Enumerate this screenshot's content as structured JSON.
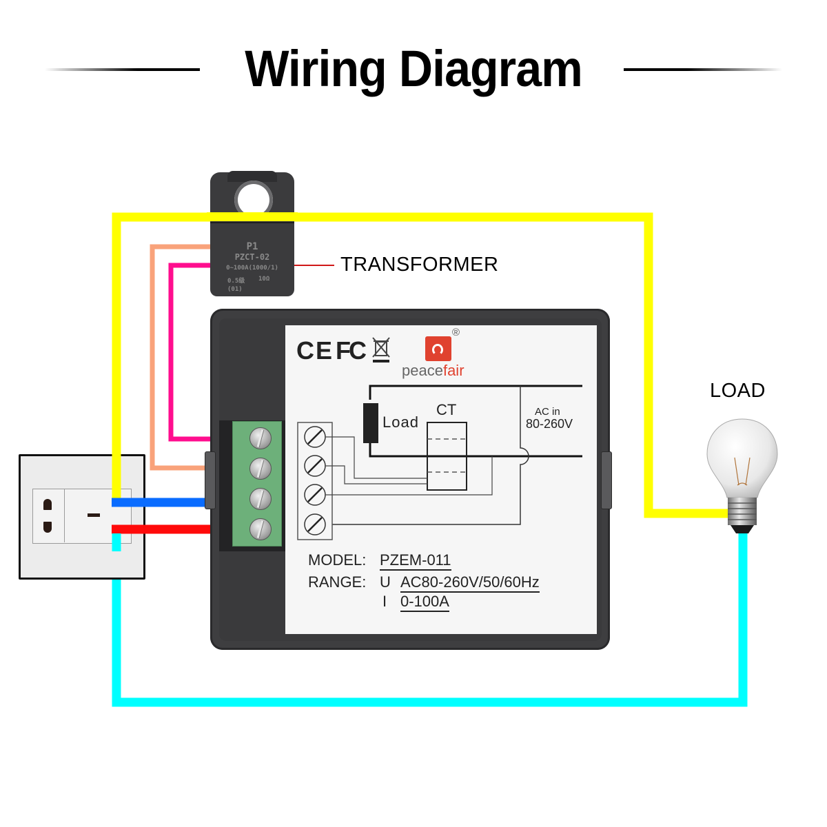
{
  "header": {
    "title": "Wiring Diagram"
  },
  "components": {
    "transformer": {
      "label": "TRANSFORMER",
      "markings": [
        "P1",
        "PZCT-02",
        "0~100A(1000/1)",
        "0.5级",
        "10Ω",
        "(01)"
      ]
    },
    "load": {
      "label": "LOAD",
      "icon": "light-bulb-icon"
    },
    "socket": {
      "icon": "wall-socket-icon"
    },
    "meter": {
      "certifications": [
        "CE",
        "FC",
        "WEEE"
      ],
      "brand": {
        "name_part1": "peace",
        "name_part2": "fair",
        "registered": "®",
        "color": "#e0422f"
      },
      "schematic": {
        "load_label": "Load",
        "ct_label": "CT",
        "ac_in_line1": "AC in",
        "ac_in_line2": "80-260V",
        "terminal_count": 4
      },
      "specs": {
        "model_label": "MODEL:",
        "model_value": "PZEM-011",
        "range_label": "RANGE:",
        "voltage_symbol": "U",
        "voltage_value": "AC80-260V/50/60Hz",
        "current_symbol": "I",
        "current_value": "0-100A"
      }
    }
  },
  "wires": [
    {
      "name": "live-through-ct",
      "color": "#ffff00"
    },
    {
      "name": "ct-lead-1",
      "color": "#f9a27a"
    },
    {
      "name": "ct-lead-2",
      "color": "#ff0d8e"
    },
    {
      "name": "socket-to-meter-1",
      "color": "#0a6cff"
    },
    {
      "name": "socket-to-meter-2",
      "color": "#ff0a0a"
    },
    {
      "name": "neutral-return",
      "color": "#00ffff"
    },
    {
      "name": "transformer-pointer",
      "color": "#d01818"
    }
  ]
}
